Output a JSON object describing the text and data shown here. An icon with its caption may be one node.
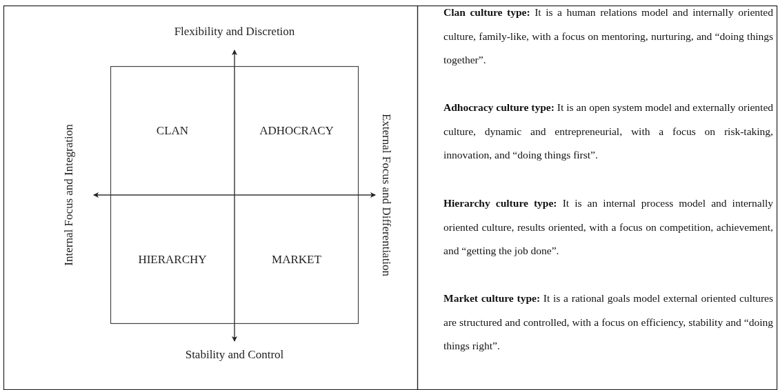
{
  "diagram": {
    "labels": [
      "Flexibility and Discretion",
      "Internal Focus and Integration",
      "CLAN",
      "ADHOCRACY",
      "External Focus and Differentiation",
      "HIERARCHY",
      "MARKET",
      "Stability and Control",
      "**Clan culture type:** It is a human relations model and internally oriented culture, family-like, with a focus on mentoring, nurturing, and “doing things together”.",
      "**Adhocracy culture type:** It is an open system model and externally oriented culture, dynamic and entrepreneurial, with a focus on risk-taking, innovation, and “doing things first”.",
      "**Hierarchy culture type:** It is an internal process model and internally oriented culture, results oriented, with a focus on competition, achievement, and “getting the job done”.",
      "**Market culture type:** It is a rational goals model external oriented cultures are structured and controlled, with a focus on efficiency, stability and “doing things right”."
    ]
  }
}
